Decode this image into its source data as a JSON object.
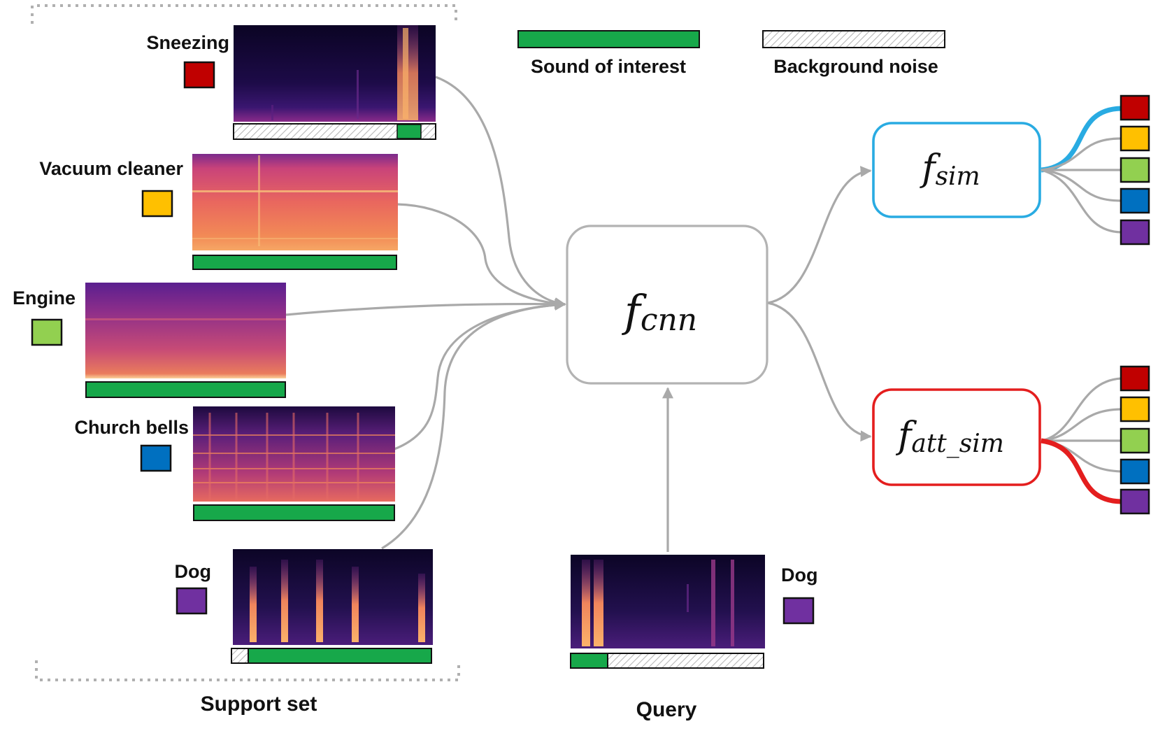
{
  "colors": {
    "sound_of_interest": "#17a84a",
    "red": "#c00000",
    "yellow": "#ffc000",
    "green": "#92d050",
    "blue": "#0070c0",
    "purple": "#7030a0",
    "fsim_border": "#29abe2",
    "fatt_border": "#e41e1e",
    "connector": "#a9a9a9",
    "cnn_border": "#b3b3b3"
  },
  "legend": {
    "sound_of_interest": "Sound of interest",
    "background_noise": "Background noise"
  },
  "support_set": {
    "label": "Support set",
    "classes": [
      {
        "name": "Sneezing",
        "color": "#c00000",
        "spectrogram": "sparse-burst"
      },
      {
        "name": "Vacuum cleaner",
        "color": "#ffc000",
        "spectrogram": "dense-noise"
      },
      {
        "name": "Engine",
        "color": "#92d050",
        "spectrogram": "dense-low"
      },
      {
        "name": "Church bells",
        "color": "#0070c0",
        "spectrogram": "harmonic"
      },
      {
        "name": "Dog",
        "color": "#7030a0",
        "spectrogram": "barks"
      }
    ]
  },
  "query": {
    "label": "Query",
    "class_name": "Dog",
    "color": "#7030a0"
  },
  "models": {
    "cnn_base": "f",
    "cnn_sub": "cnn",
    "sim_base": "f",
    "sim_sub": "sim",
    "att_base": "f",
    "att_sub": "att_sim"
  },
  "outputs": {
    "sim_selected_class": "Sneezing",
    "att_sim_selected_class": "Dog"
  }
}
